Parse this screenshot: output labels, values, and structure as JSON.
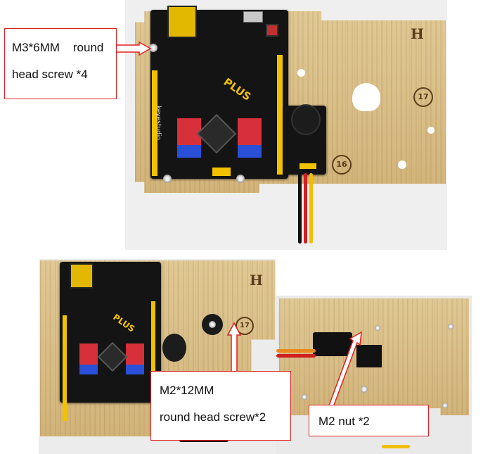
{
  "callouts": {
    "top": {
      "line1": "M3*6MM    round",
      "line2": "head screw *4"
    },
    "middle": {
      "line1": "M2*12MM",
      "line2": "round head screw*2"
    },
    "right": {
      "line1": "M2 nut *2"
    }
  },
  "board": {
    "plus_label": "PLUS",
    "maker_label": "keyestudio"
  },
  "panel_marks": {
    "letter": "H",
    "number_a": "17",
    "number_b": "16"
  },
  "colors": {
    "callout_border": "#e02020",
    "arrow_fill": "#ffffff",
    "arrow_stroke": "#e02020",
    "wood": "#d8bd85",
    "pcb": "#141414",
    "header_yellow": "#f2c200"
  }
}
